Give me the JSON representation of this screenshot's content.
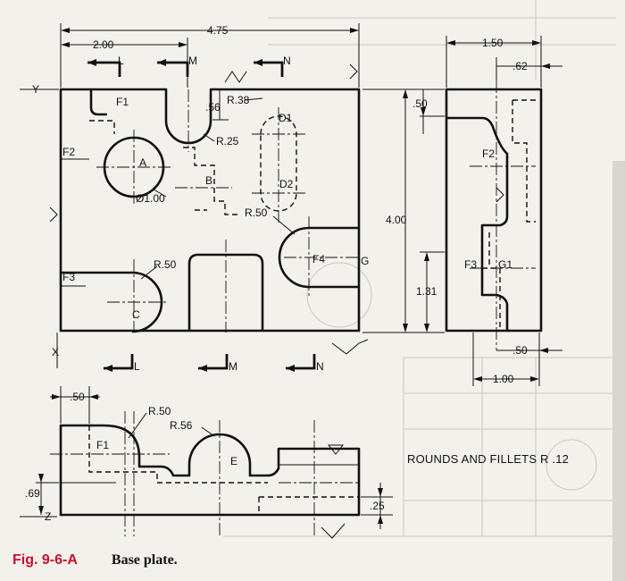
{
  "figure": {
    "number": "Fig. 9-6-A",
    "title": "Base plate.",
    "note": "ROUNDS AND FILLETS R .12"
  },
  "dimensions": {
    "overall_width": "4.75",
    "left_offset": "2.00",
    "side_width": "1.50",
    "side_62": ".62",
    "slot_depth": ".56",
    "r38": "R.38",
    "r25": "R.25",
    "top_50": ".50",
    "overall_height": "4.00",
    "height_131": "1.31",
    "dia_a": "Ø1.00",
    "r50_upper": "R.50",
    "r50_lower": "R.50",
    "side_50": ".50",
    "side_100": "1.00",
    "bottom_50": ".50",
    "bottom_r50": "R.50",
    "bottom_r56": "R.56",
    "bottom_69": ".69",
    "bottom_25": ".25"
  },
  "section_marks": {
    "l": "L",
    "m": "M",
    "n": "N"
  },
  "feature_labels": {
    "f1": "F1",
    "f2": "F2",
    "f3": "F3",
    "f4": "F4",
    "a": "A",
    "b": "B",
    "c": "C",
    "d1": "D1",
    "d2": "D2",
    "e": "E",
    "g": "G",
    "g1": "G1",
    "y": "Y",
    "x": "X",
    "z": "Z"
  }
}
